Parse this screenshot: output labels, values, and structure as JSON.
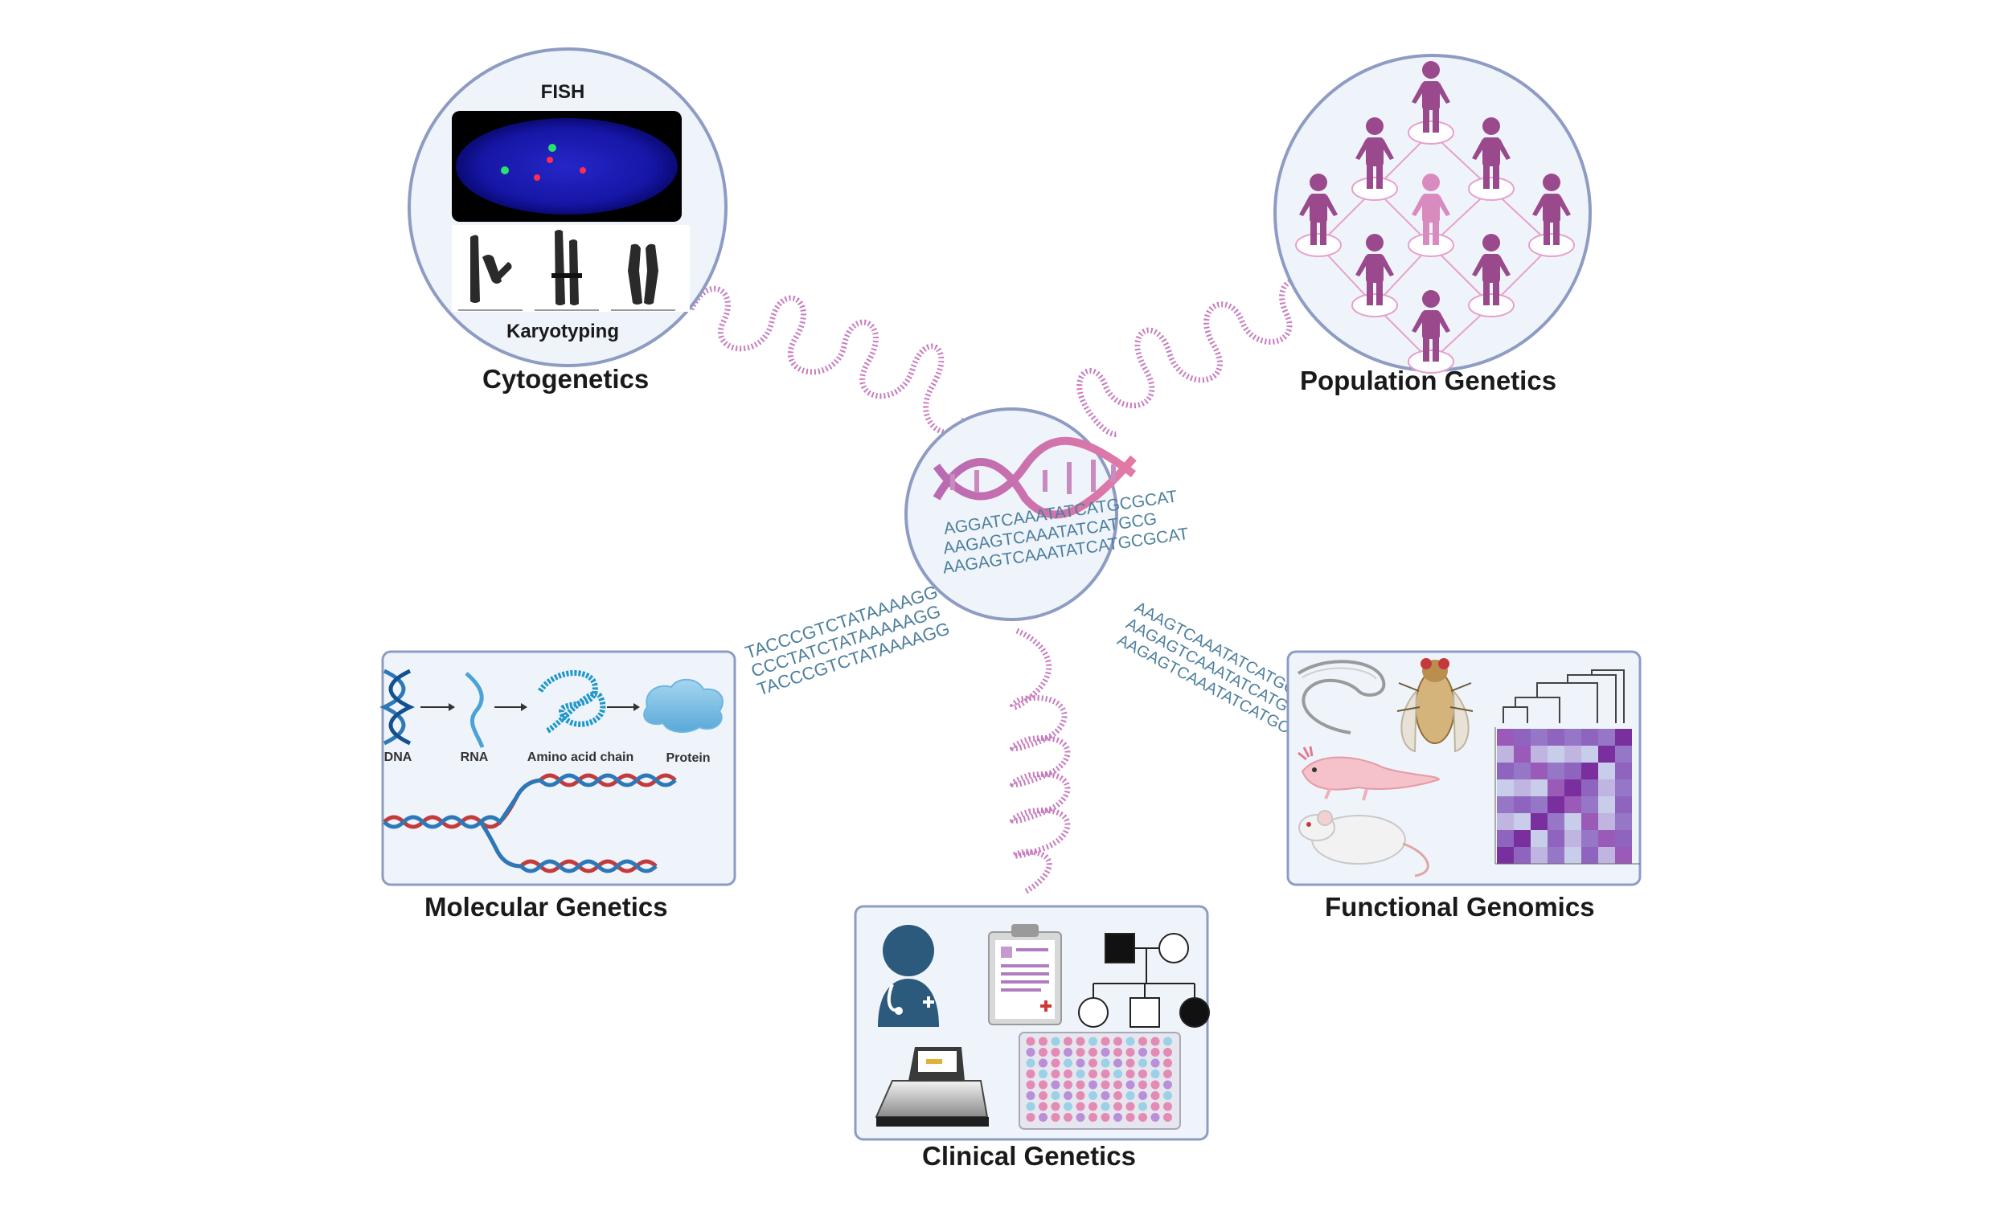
{
  "center": {
    "dna_lines": [
      "AGGATCAAATATCATGCGCAT",
      "AAGAGTCAAATATCATGCG",
      "AAGAGTCAAATATCATGCGCAT"
    ]
  },
  "cytogenetics": {
    "title": "Cytogenetics",
    "fish_label": "FISH",
    "karyotyping_label": "Karyotyping"
  },
  "population": {
    "title": "Population Genetics"
  },
  "molecular": {
    "title": "Molecular Genetics",
    "steps": [
      "DNA",
      "RNA",
      "Amino acid chain",
      "Protein"
    ],
    "seq_lines": [
      "TACCCGTCTATAAAAGGT",
      "CCCTATCTATAAAAAGG",
      "TACCCGTCTATAAAAGG"
    ]
  },
  "functional": {
    "title": "Functional Genomics",
    "seq_lines": [
      "AAAGTCAAATATCATGCGCAT",
      "AAGAGTCAAATATCATGCG",
      "AAGAGTCAAATATCATGCGCAT"
    ]
  },
  "clinical": {
    "title": "Clinical Genetics"
  },
  "colors": {
    "panel_border": "#8e9cc4",
    "panel_fill": "#eff4fb",
    "coil": "#c87bbf",
    "person": "#9a4a8c",
    "person_center": "#d98bc0",
    "dna_blue": "#2c78b8",
    "dna_red": "#c33b3b",
    "text_teal": "#4d7f9c"
  }
}
